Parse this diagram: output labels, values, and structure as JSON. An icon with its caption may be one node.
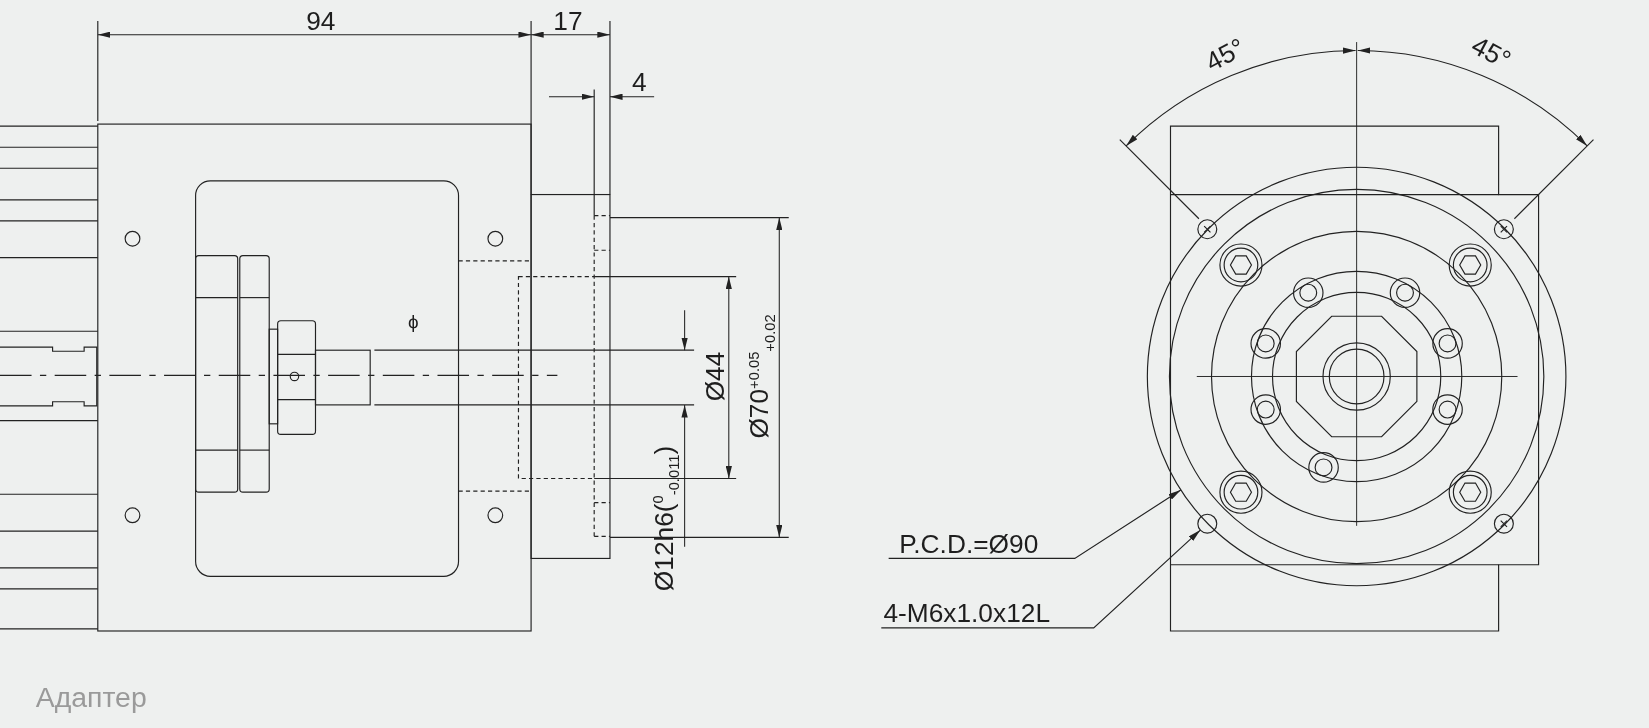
{
  "diagram": {
    "caption": "Адаптер",
    "nodes": [
      {
        "text": [
          "P.C.D.=Ø90"
        ]
      },
      {
        "text": [],
        "shape": "circle"
      },
      {
        "text": [
          "4-M6x1.0x12L"
        ]
      },
      {
        "text": [],
        "shape": "circle"
      }
    ],
    "edges": [
      {
        "from": 0,
        "to": 1,
        "arrow": "to"
      },
      {
        "from": 2,
        "to": 3,
        "arrow": "to"
      }
    ],
    "labels": [
      "94",
      "17",
      "4",
      "ϕ",
      "Ø12h6($^{0}$$_{-0.011}$)",
      "Ø44",
      "Ø70$^{+0.05}$$_{+0.02}$",
      "45°",
      "45°"
    ]
  }
}
